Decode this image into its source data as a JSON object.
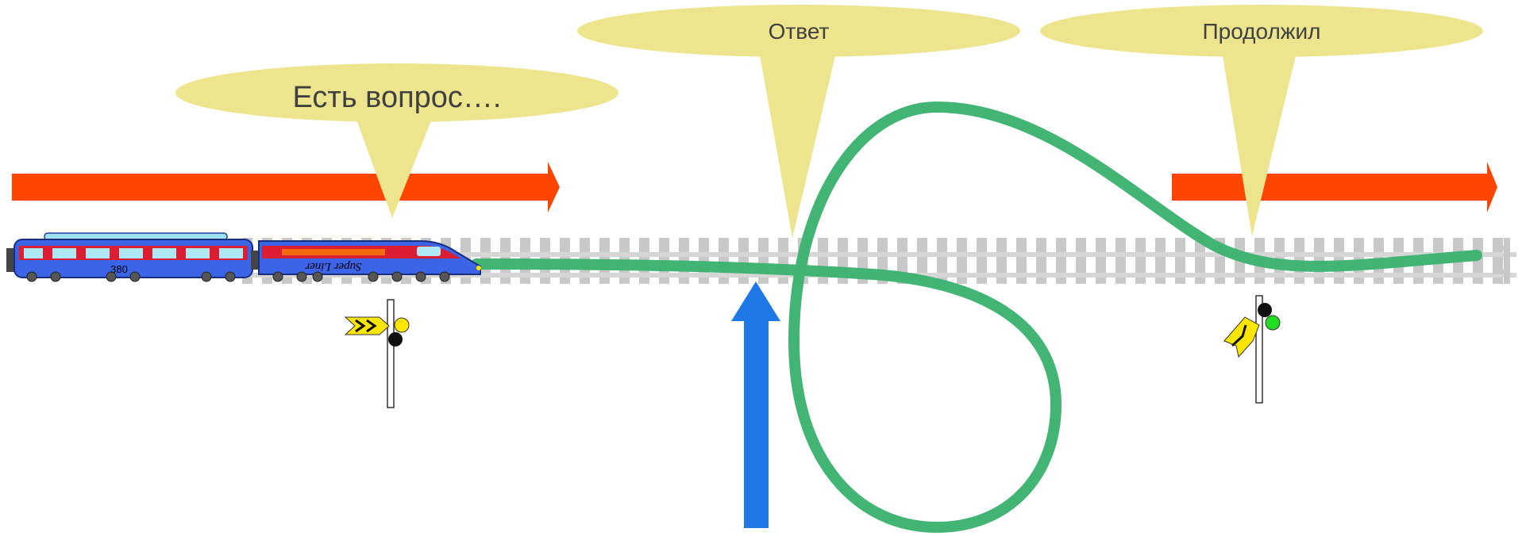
{
  "callouts": {
    "question": "Есть вопрос….",
    "answer": "Ответ",
    "continued": "Продолжил"
  },
  "train": {
    "number": "380",
    "brand": "Super Liner"
  },
  "colors": {
    "callout_fill": "#ede58e",
    "progress_arrow": "#ff4500",
    "interrupt_arrow": "#1e78e6",
    "path_line": "#3cb371",
    "rail_tie": "#c8c8c8",
    "train_body": "#3c64e6",
    "train_stripe": "#dc1e32",
    "signal_yellow": "#ffe600",
    "signal_green": "#22dd22"
  }
}
